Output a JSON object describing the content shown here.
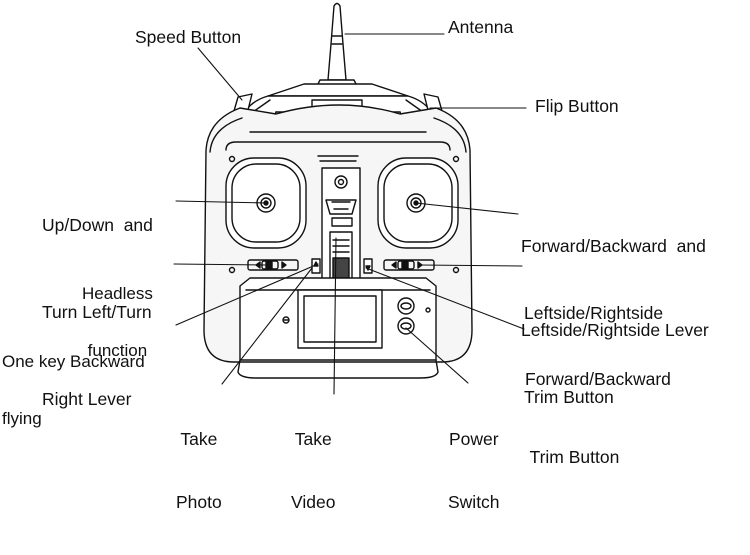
{
  "colors": {
    "ink": "#111111",
    "background": "#ffffff",
    "body_fill": "#f6f6f6"
  },
  "labels": {
    "speed_button": "Speed Button",
    "antenna": "Antenna",
    "flip_button": "Flip Button",
    "up_down_lever": [
      "Up/Down  and",
      "Turn Left/Turn",
      "Right Lever"
    ],
    "forward_backward_lever": [
      "Forward/Backward  and",
      "Leftside/Rightside Lever"
    ],
    "headless_function": [
      "Headless",
      "function"
    ],
    "leftside_rightside_trim": [
      "Leftside/Rightside",
      "Trim Button"
    ],
    "one_key_backward": [
      "One key Backward",
      "flying"
    ],
    "forward_backward_trim": [
      "Forward/Backward",
      " Trim Button"
    ],
    "take_photo": [
      "Take",
      "Photo"
    ],
    "take_video": [
      "Take",
      "Video"
    ],
    "power_switch": [
      "Power",
      "Switch"
    ]
  }
}
